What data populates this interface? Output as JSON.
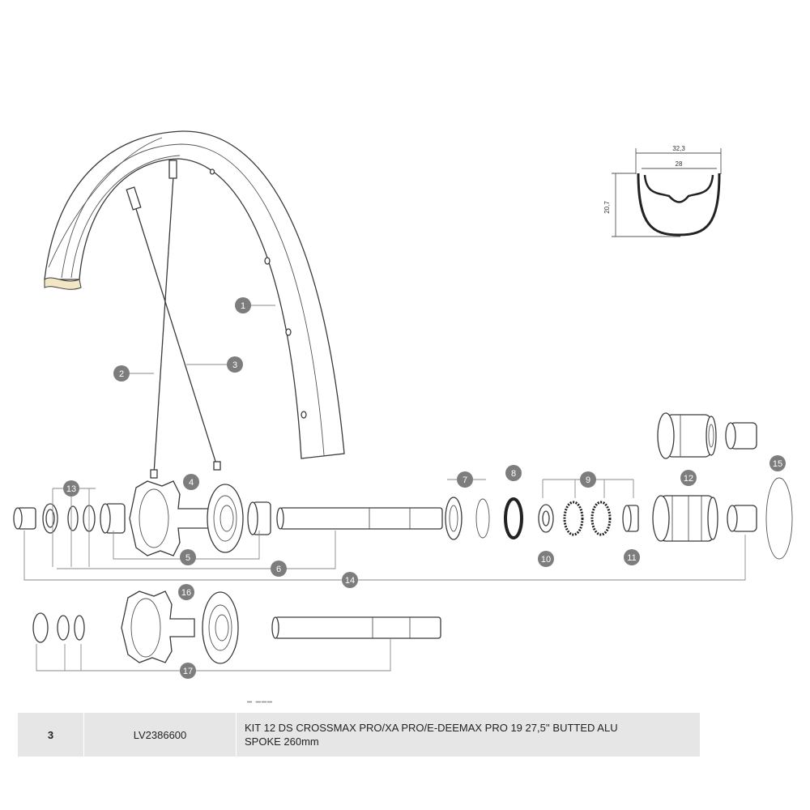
{
  "profile": {
    "outer_width": "32,3",
    "inner_width": "28",
    "height": "20,7"
  },
  "callouts": [
    "1",
    "2",
    "3",
    "4",
    "5",
    "6",
    "7",
    "8",
    "9",
    "10",
    "11",
    "12",
    "13",
    "14",
    "15",
    "16",
    "17"
  ],
  "table": {
    "ref": "3",
    "code": "LV2386600",
    "description_line1": "KIT 12 DS CROSSMAX PRO/XA PRO/E-DEEMAX PRO 19 27,5'' BUTTED ALU",
    "description_line2": "SPOKE 260mm"
  }
}
